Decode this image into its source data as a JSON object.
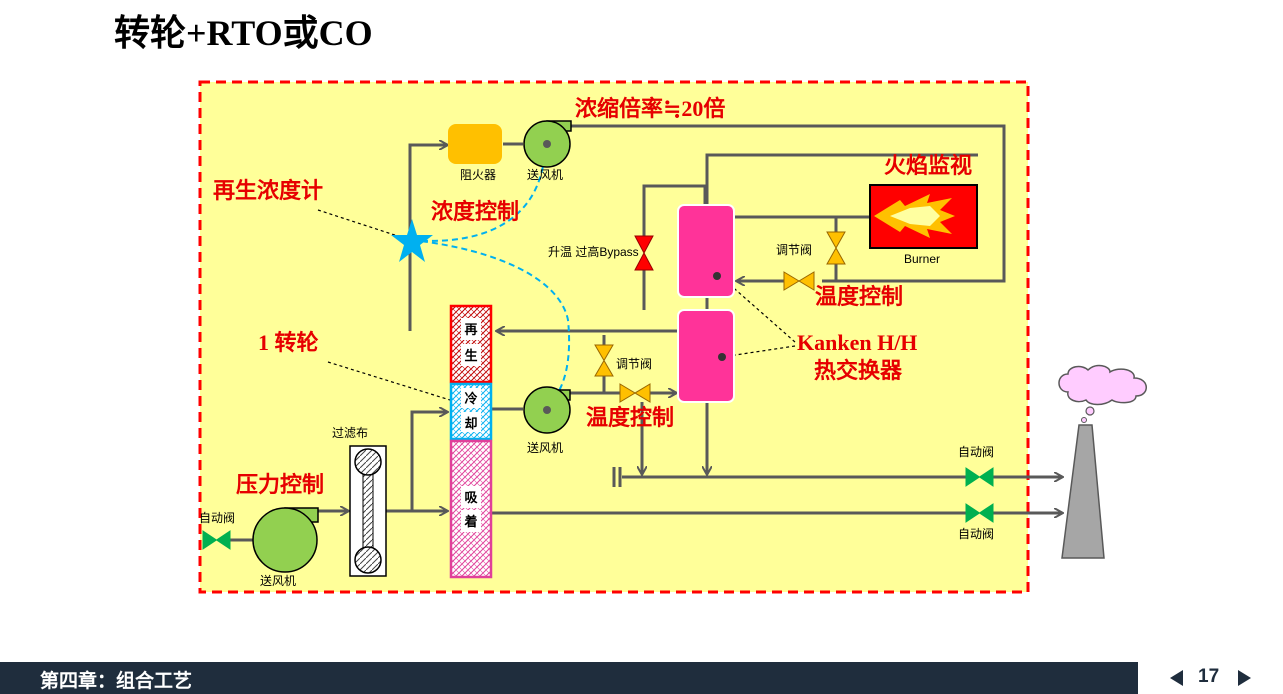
{
  "title": "转轮+RTO或CO",
  "labels": {
    "concentration_ratio": "浓缩倍率≒20倍",
    "flame_monitor": "火焰监视",
    "regen_meter": "再生浓度计",
    "concentration_control": "浓度控制",
    "temp_control_1": "温度控制",
    "temp_control_2": "温度控制",
    "wheel": "1 转轮",
    "heat_exchanger_1": "Kanken H/H",
    "heat_exchanger_2": "热交换器",
    "pressure_control": "压力控制",
    "flame_arrester": "阻火器",
    "fan_top": "送风机",
    "fan_mid": "送风机",
    "fan_bottom": "送风机",
    "bypass": "升温 过高Bypass",
    "valve_reg_1": "调节阀",
    "valve_reg_2": "调节阀",
    "burner": "Burner",
    "filter": "过滤布",
    "auto_valve_1": "自动阀",
    "auto_valve_2": "自动阀",
    "auto_valve_3": "自动阀",
    "wheel_regen_1": "再",
    "wheel_regen_2": "生",
    "wheel_cool_1": "冷",
    "wheel_cool_2": "却",
    "wheel_absorb_1": "吸",
    "wheel_absorb_2": "着"
  },
  "footer": {
    "chapter": "第四章：组合工艺",
    "page": "17"
  },
  "colors": {
    "panel": "#ffff99",
    "panel_border": "#ff0000",
    "pipe": "#595959",
    "fan": "#92d050",
    "arrester": "#ffc000",
    "hx": "#ff3399",
    "burner": "#ff0000",
    "valve_auto": "#00b050",
    "valve_reg": "#ffc000",
    "valve_bypass": "#ff0000",
    "dashed": "#00b0f0",
    "red_text": "#e60000"
  },
  "icons": {
    "meter": "star-icon",
    "fan": "fan-icon",
    "valve": "valve-icon",
    "smoke": "cloud-icon",
    "stack": "chimney-icon",
    "flame": "flame-icon"
  }
}
